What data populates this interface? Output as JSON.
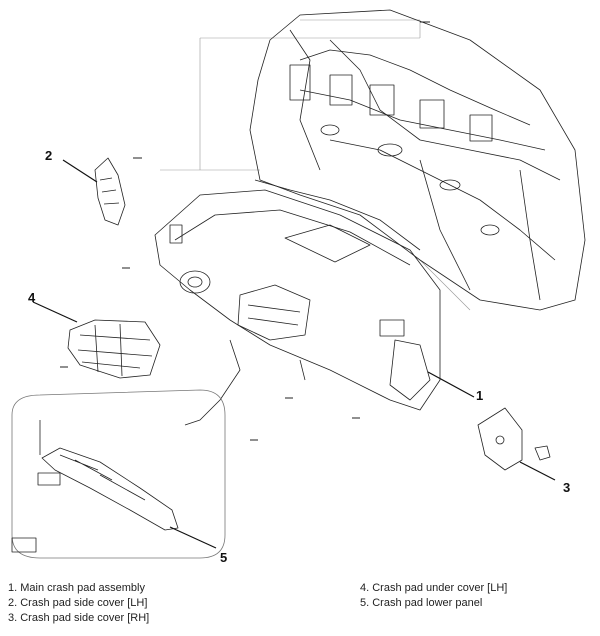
{
  "callouts": {
    "c1": "1",
    "c2": "2",
    "c3": "3",
    "c4": "4",
    "c5": "5"
  },
  "legend": {
    "left": [
      "1. Main crash pad assembly",
      "2. Crash pad side cover [LH]",
      "3. Crash pad side cover [RH]"
    ],
    "right": [
      "4. Crash pad under cover [LH]",
      "5. Crash pad lower panel"
    ]
  }
}
